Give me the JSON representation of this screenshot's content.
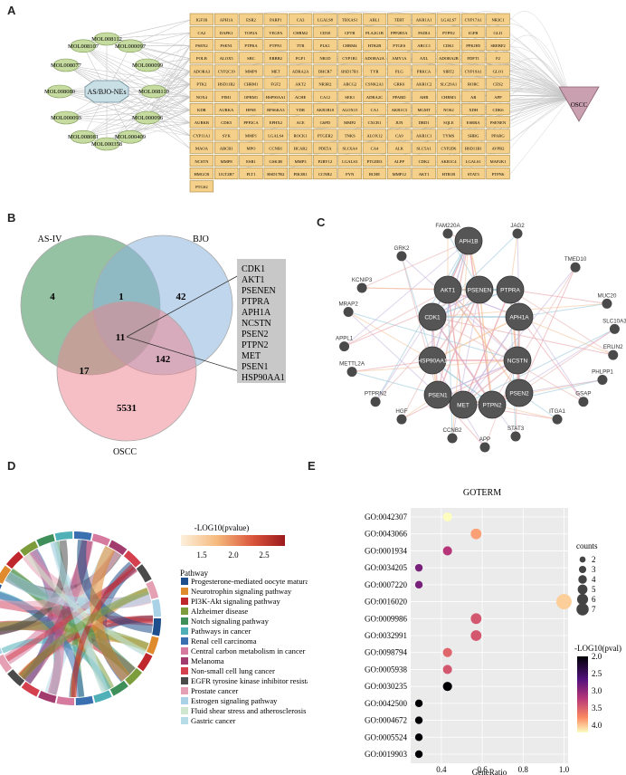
{
  "panel_letters": {
    "a": "A",
    "b": "B",
    "c": "C",
    "d": "D",
    "e": "E"
  },
  "panelA": {
    "center_label": "AS/BJO-NEs",
    "target_label": "OSCC",
    "mol_nodes": [
      "MOL008112",
      "MOL000097",
      "MOL000099",
      "MOL008110",
      "MOL000096",
      "MOL000409",
      "MOL000358",
      "MOL008081",
      "MOL000093",
      "MOL008080",
      "MOL008077",
      "MOL008107"
    ],
    "genes": [
      [
        "IGF1R",
        "APH1A",
        "ESR2",
        "PARP1",
        "CA3",
        "LGALS8",
        "TBXAS1",
        "ABL1",
        "TERT",
        "AKR1A1",
        "LGALS7",
        "CYP17A1",
        "NR3C1"
      ],
      [
        "CA2",
        "DAPK1",
        "TOP2A",
        "VEGFA",
        "CHRM2",
        "CD38",
        "CFTR",
        "PLA2G1B",
        "PPP2R5A",
        "PADI4",
        "PTPN2",
        "IGFR",
        "GLI1"
      ],
      [
        "PSEN2",
        "PSEN1",
        "PTPRA",
        "PTPN1",
        "TTR",
        "PLK1",
        "CHRM4",
        "HTR2B",
        "PTGES",
        "ABCC1",
        "CDK1",
        "PPKJH5",
        "SREBF2"
      ],
      [
        "POLB",
        "ALOX5",
        "SRC",
        "ERBB2",
        "FGF1",
        "NR1D",
        "CYP1B1",
        "ADORA2A",
        "AMY1A",
        "AXL",
        "ADORA2B",
        "FDFT1",
        "F2"
      ],
      [
        "ADORA3",
        "CYP2C19",
        "MMP9",
        "MET",
        "ADRA2A",
        "DHCR7",
        "HSD17B1",
        "TYR",
        "PLG",
        "PRKCA",
        "SIRT2",
        "CYP19A1",
        "GLO1"
      ],
      [
        "PTK2",
        "HSD11B2",
        "CHRM1",
        "FGF2",
        "AKT2",
        "NR3R2",
        "ABCG2",
        "CSNK2A1",
        "GRK6",
        "AKR1C2",
        "SLC29A1",
        "RORC",
        "CES2"
      ],
      [
        "NOX4",
        "PIM1",
        "OPRM1",
        "HSP90AA1",
        "ACHE",
        "CA12",
        "SEK1",
        "ADRA2C",
        "PPARD",
        "AHR",
        "CHRM3",
        "AR",
        "APP"
      ],
      [
        "KDR",
        "AURKA",
        "HPSE",
        "RPS6KA3",
        "VDR",
        "AKR1B10",
        "ALOX15",
        "CA1",
        "AKR1C3",
        "MGMT",
        "NOS2",
        "XDH",
        "CDK6"
      ],
      [
        "AURKB",
        "CDK5",
        "PPP2CA",
        "EPHX2",
        "ACE",
        "G6PD",
        "MMP2",
        "CXCR1",
        "JUN",
        "DRD1",
        "SQLE",
        "ESRRA",
        "PSENEN"
      ],
      [
        "CYP11A1",
        "SYK",
        "MMP1",
        "LGALS4",
        "ROCK1",
        "PTGER2",
        "TNKS",
        "ALOX12",
        "CA9",
        "AKR1C1",
        "TYMS",
        "SHBG",
        "PPARG"
      ],
      [
        "MAOA",
        "ABCB1",
        "MPO",
        "CCNB1",
        "HCAR2",
        "PDE5A",
        "SLC6A4",
        "CA4",
        "ALK",
        "SLC5A1",
        "CYP2D6",
        "HSD11B1",
        "AVPR2"
      ],
      [
        "NCSTN",
        "MMP8",
        "ESR1",
        "GSK3B",
        "MMP3",
        "P2RY12",
        "LGALS3",
        "PTGER3",
        "ALPP",
        "CDK2",
        "AKR1C4",
        "LGALS1",
        "MAP2K1"
      ],
      [
        "HMGCR",
        "UGT2B7",
        "FLT1",
        "HSD17B2",
        "PIK3R1",
        "CCNB2",
        "FYN",
        "BCHE",
        "MMP12",
        "AKT1",
        "HTR1B",
        "STAT3",
        "PTPN6"
      ],
      [
        "PTGS2"
      ]
    ]
  },
  "panelB": {
    "sets": [
      "AS-IV",
      "BJO",
      "OSCC"
    ],
    "regions": {
      "as_only": "4",
      "as_bjo": "1",
      "bjo_only": "42",
      "center": "11",
      "as_oscc": "17",
      "bjo_oscc": "142",
      "oscc_only": "5531"
    },
    "list": [
      "CDK1",
      "AKT1",
      "PSENEN",
      "PTPRA",
      "APH1A",
      "NCSTN",
      "PSEN2",
      "PTPN2",
      "MET",
      "PSEN1",
      "HSP90AA1"
    ]
  },
  "panelC": {
    "hub_nodes": [
      "APH1B",
      "AKT1",
      "PSENEN",
      "PTPRA",
      "CDK1",
      "APH1A",
      "HSP90AA1",
      "NCSTN",
      "PSEN1",
      "MET",
      "PTPN2",
      "PSEN2"
    ],
    "outer_nodes": [
      "FAM220A",
      "JAG2",
      "GRK2",
      "TMED10",
      "KCNIP3",
      "MUC20",
      "MRAP2",
      "SLC10A3",
      "APPL1",
      "ERLIN2",
      "METTL2A",
      "PHLPP1",
      "PTPRN2",
      "GSAP",
      "HGF",
      "ITGA1",
      "CCNB2",
      "STAT3",
      "APP"
    ]
  },
  "panelD": {
    "colorbar_title": "-LOG10(pvalue)",
    "colorbar_ticks": [
      "1.5",
      "2.0",
      "2.5"
    ],
    "legend_title": "Pathway",
    "pathways": [
      {
        "name": "Progesterone-mediated oocyte maturation",
        "color": "#1f4e8c"
      },
      {
        "name": "Neurotrophin signaling pathway",
        "color": "#e08a2e"
      },
      {
        "name": "PI3K-Akt signaling pathway",
        "color": "#c0272d"
      },
      {
        "name": "Alzheimer disease",
        "color": "#7d9d3c"
      },
      {
        "name": "Notch signaling pathway",
        "color": "#3f8f5a"
      },
      {
        "name": "Pathways in cancer",
        "color": "#4fb0b8"
      },
      {
        "name": "Renal cell carcinoma",
        "color": "#3a6fb0"
      },
      {
        "name": "Central carbon metabolism in cancer",
        "color": "#d67aa0"
      },
      {
        "name": "Melanoma",
        "color": "#a23c6e"
      },
      {
        "name": "Non-small cell lung cancer",
        "color": "#d5404e"
      },
      {
        "name": "EGFR tyrosine kinase inhibitor resistance",
        "color": "#4a4a4a"
      },
      {
        "name": "Prostate cancer",
        "color": "#e6a0b4"
      },
      {
        "name": "Estrogen signaling pathway",
        "color": "#a9d2e6"
      },
      {
        "name": "Fluid shear stress and atherosclerosis",
        "color": "#cfe7cf"
      },
      {
        "name": "Gastric cancer",
        "color": "#b6dce8"
      }
    ]
  },
  "chart_data": {
    "type": "scatter",
    "title": "GOTERM",
    "xlabel": "GeneRatio",
    "ylabel": "",
    "x_ticks": [
      "0.4",
      "0.6",
      "0.8",
      "1.0"
    ],
    "xlim": [
      0.25,
      1.02
    ],
    "categories": [
      "GO:0042307",
      "GO:0043066",
      "GO:0001934",
      "GO:0034205",
      "GO:0007220",
      "GO:0016020",
      "GO:0009986",
      "GO:0032991",
      "GO:0098794",
      "GO:0005938",
      "GO:0030235",
      "GO:0042500",
      "GO:0004672",
      "GO:0005524",
      "GO:0019903"
    ],
    "x": [
      0.43,
      0.57,
      0.43,
      0.29,
      0.29,
      1.0,
      0.57,
      0.57,
      0.43,
      0.43,
      0.43,
      0.29,
      0.29,
      0.29,
      0.29
    ],
    "log10p": [
      4.0,
      3.6,
      3.0,
      2.7,
      2.7,
      3.8,
      3.2,
      3.2,
      3.3,
      3.2,
      2.0,
      2.0,
      2.0,
      2.0,
      2.0
    ],
    "counts": [
      3,
      4,
      3,
      2,
      2,
      7,
      4,
      4,
      3,
      3,
      3,
      2,
      2,
      2,
      2
    ],
    "size_legend_title": "counts",
    "size_legend": [
      "2",
      "3",
      "4",
      "5",
      "6",
      "7"
    ],
    "color_legend_title": "-LOG10(pval)",
    "color_legend_ticks": [
      "2.0",
      "2.5",
      "3.0",
      "3.5",
      "4.0"
    ]
  }
}
